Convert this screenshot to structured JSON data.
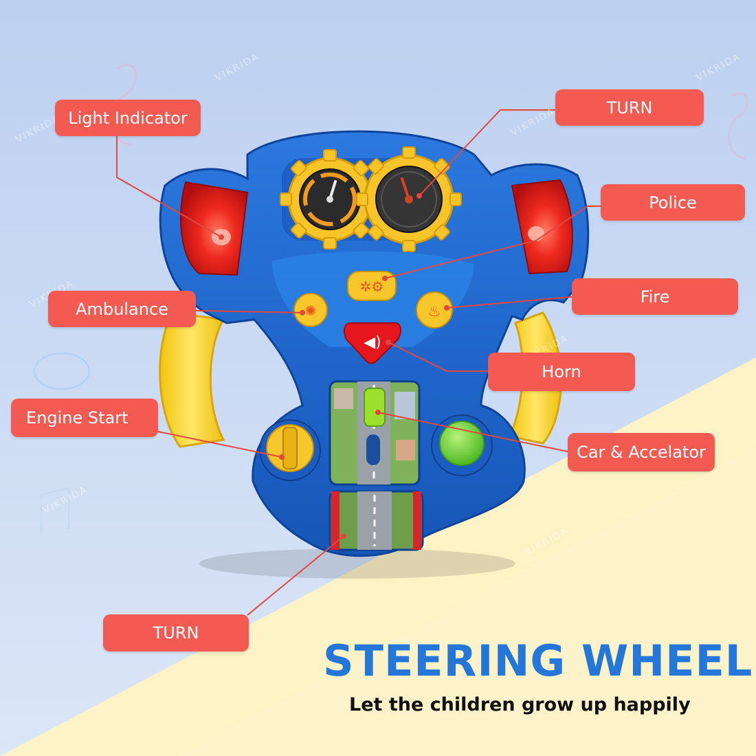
{
  "labels": {
    "light_indicator": "Light Indicator",
    "turn_top": "TURN",
    "police": "Police",
    "ambulance": "Ambulance",
    "fire": "Fire",
    "horn": "Horn",
    "engine_start": "Engine Start",
    "car_accelator": "Car & Accelator",
    "turn_bottom": "TURN"
  },
  "headline": {
    "title": "STEERING WHEEL",
    "subtitle": "Let the children grow up happily"
  },
  "watermark": "VIKRIDA",
  "colors": {
    "label_bg": "#f25a52",
    "title": "#2477d8",
    "wheel_blue": "#1f63c9",
    "grip_yellow": "#f7d21c",
    "light_red": "#e3191b",
    "accelerator_green": "#6ad12e"
  },
  "icons": [
    "ambulance-siren-icon",
    "fire-icon",
    "police-siren-icon",
    "speaker-icon"
  ]
}
